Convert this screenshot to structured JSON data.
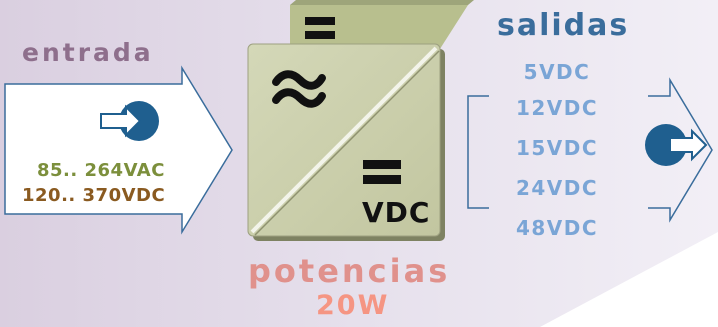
{
  "input": {
    "title": "entrada",
    "range_ac": "85.. 264VAC",
    "range_dc": "120.. 370VDC"
  },
  "outputs": {
    "title": "salidas",
    "voltages": [
      "5VDC",
      "12VDC",
      "15VDC",
      "24VDC",
      "48VDC"
    ]
  },
  "converter": {
    "output_label": "VDC",
    "input_symbol": "ac-tilde-icon",
    "output_symbol": "dc-equals-icon"
  },
  "power": {
    "title": "potencias",
    "value": "20W"
  },
  "colors": {
    "entrada": "#8e6f8c",
    "salidas": "#3a6d9c",
    "outputs": "#7aa5d6",
    "potencias": "#e0918c",
    "ac_range": "#7c8f3c",
    "dc_range": "#8a5a20",
    "arrow_stroke": "#3a6d9c",
    "converter_face": "#cdd1ad"
  }
}
